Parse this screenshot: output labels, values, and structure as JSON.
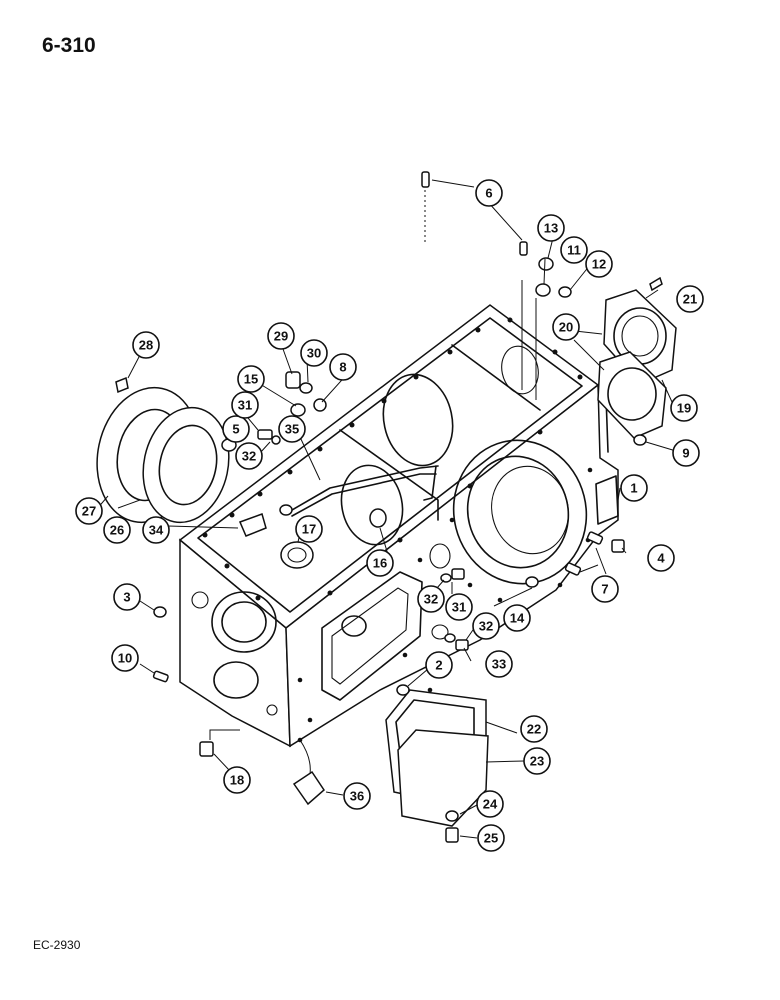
{
  "page": {
    "number": "6-310",
    "figure_code": "EC-2930"
  },
  "callouts": [
    {
      "label": "1"
    },
    {
      "label": "2"
    },
    {
      "label": "3"
    },
    {
      "label": "4"
    },
    {
      "label": "5"
    },
    {
      "label": "6"
    },
    {
      "label": "7"
    },
    {
      "label": "8"
    },
    {
      "label": "9"
    },
    {
      "label": "10"
    },
    {
      "label": "11"
    },
    {
      "label": "12"
    },
    {
      "label": "13"
    },
    {
      "label": "14"
    },
    {
      "label": "15"
    },
    {
      "label": "16"
    },
    {
      "label": "17"
    },
    {
      "label": "18"
    },
    {
      "label": "19"
    },
    {
      "label": "20"
    },
    {
      "label": "21"
    },
    {
      "label": "22"
    },
    {
      "label": "23"
    },
    {
      "label": "24"
    },
    {
      "label": "25"
    },
    {
      "label": "26"
    },
    {
      "label": "27"
    },
    {
      "label": "28"
    },
    {
      "label": "29"
    },
    {
      "label": "30"
    },
    {
      "label": "31"
    },
    {
      "label": "31"
    },
    {
      "label": "32"
    },
    {
      "label": "32"
    },
    {
      "label": "32"
    },
    {
      "label": "33"
    },
    {
      "label": "34"
    },
    {
      "label": "35"
    },
    {
      "label": "36"
    }
  ]
}
